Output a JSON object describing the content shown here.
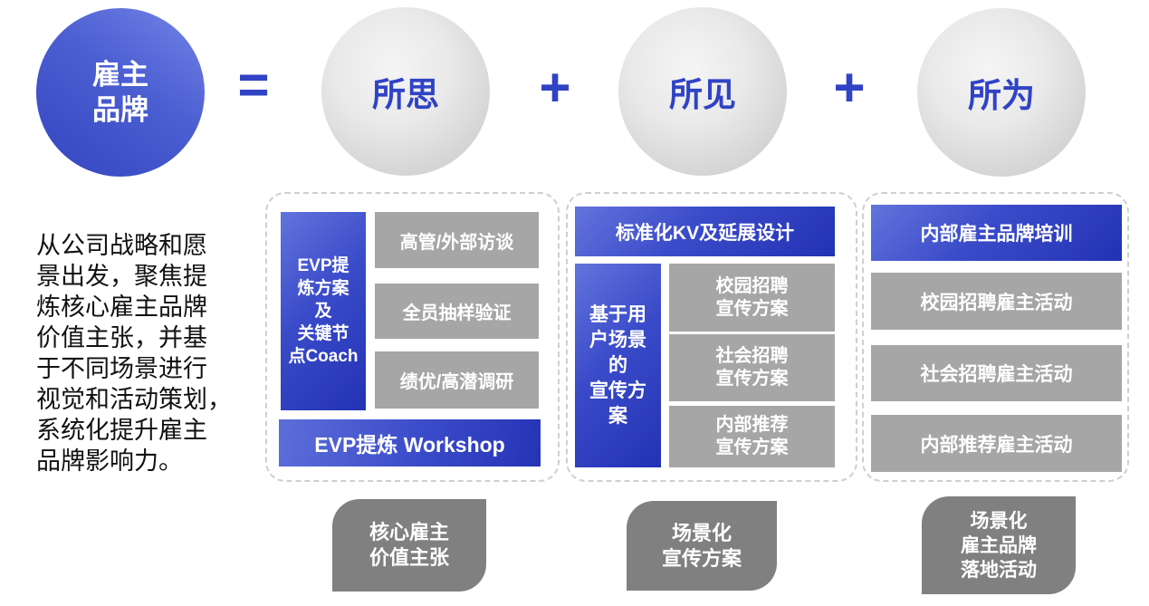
{
  "colors": {
    "blue_text": "#3043c5",
    "blue_gradient_light": "#6374dc",
    "blue_gradient_dark": "#2232b4",
    "gray_box": "#a6a6a6",
    "output_box_gray": "#808080",
    "circle_gray_light": "#f5f5f5",
    "circle_gray_dark": "#c5c5c5"
  },
  "equation": {
    "result": "雇主\n品牌",
    "equals": "=",
    "plus": "+",
    "terms": [
      "所思",
      "所见",
      "所为"
    ]
  },
  "description": "从公司战略和愿\n景出发，聚焦提\n炼核心雇主品牌\n价值主张，并基\n于不同场景进行\n视觉和活动策划，\n系统化提升雇主\n品牌影响力。",
  "panels": [
    {
      "side_label": "EVP提\n炼方案\n及\n关键节\n点Coach",
      "items": [
        "高管/外部访谈",
        "全员抽样验证",
        "绩优/高潜调研"
      ],
      "bottom_label": "EVP提炼 Workshop",
      "output": "核心雇主\n价值主张"
    },
    {
      "top_label": "标准化KV及延展设计",
      "side_label": "基于用\n户场景\n的\n宣传方\n案",
      "items": [
        "校园招聘\n宣传方案",
        "社会招聘\n宣传方案",
        "内部推荐\n宣传方案"
      ],
      "output": "场景化\n宣传方案"
    },
    {
      "top_label": "内部雇主品牌培训",
      "items": [
        "校园招聘雇主活动",
        "社会招聘雇主活动",
        "内部推荐雇主活动"
      ],
      "output": "场景化\n雇主品牌\n落地活动"
    }
  ]
}
